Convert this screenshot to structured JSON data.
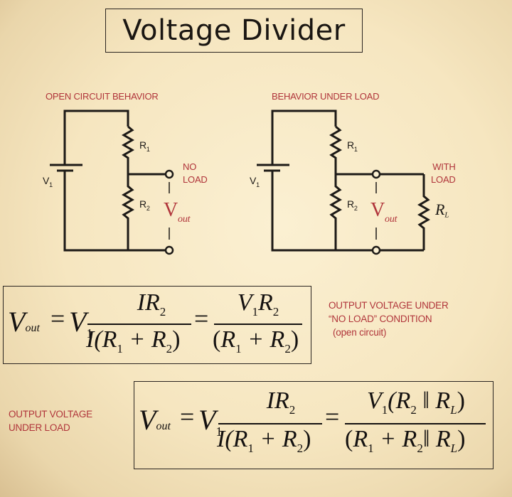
{
  "title": "Voltage Divider",
  "diagrams": [
    {
      "heading": "OPEN CIRCUIT BEHAVIOR",
      "source_label": "V",
      "source_sub": "1",
      "r1_label": "R",
      "r1_sub": "1",
      "r2_label": "R",
      "r2_sub": "2",
      "vout_label": "V",
      "vout_sub": "out",
      "load_line1": "NO",
      "load_line2": "LOAD"
    },
    {
      "heading": "BEHAVIOR UNDER LOAD",
      "source_label": "V",
      "source_sub": "1",
      "r1_label": "R",
      "r1_sub": "1",
      "r2_label": "R",
      "r2_sub": "2",
      "vout_label": "V",
      "vout_sub": "out",
      "rl_label": "R",
      "rl_sub": "L",
      "load_line1": "WITH",
      "load_line2": "LOAD"
    }
  ],
  "equations": {
    "no_load": {
      "lhs": "V",
      "lhs_sub": "out",
      "eq": "=",
      "v1": "V",
      "v1_sub": "1",
      "frac1_num": "IR",
      "frac1_num_sub": "2",
      "frac1_den": "I(R",
      "frac1_den_sub1": "1",
      "frac1_den_mid": " + R",
      "frac1_den_sub2": "2",
      "frac1_den_end": ")",
      "frac2_num": "V",
      "frac2_num_sub1": "1",
      "frac2_num_mid": "R",
      "frac2_num_sub2": "2",
      "frac2_den": "(R",
      "frac2_den_sub1": "1",
      "frac2_den_mid": " + R",
      "frac2_den_sub2": "2",
      "frac2_den_end": ")",
      "caption_line1": "OUTPUT  VOLTAGE UNDER",
      "caption_line2": "“NO LOAD” CONDITION",
      "caption_line3": "(open circuit)"
    },
    "under_load": {
      "lhs": "V",
      "lhs_sub": "out",
      "eq": "=",
      "v1": "V",
      "v1_sub": "1",
      "frac1_num": "IR",
      "frac1_num_sub": "2",
      "frac1_den": "I(R",
      "frac1_den_sub1": "1",
      "frac1_den_mid": " + R",
      "frac1_den_sub2": "2",
      "frac1_den_end": ")",
      "frac2_num": "V",
      "frac2_num_sub1": "1",
      "frac2_num_mid": "(R",
      "frac2_num_sub2": "2",
      "frac2_num_par": " ‖ R",
      "frac2_num_sub3": "L",
      "frac2_num_end": ")",
      "frac2_den": "(R",
      "frac2_den_sub1": "1",
      "frac2_den_mid": " + R",
      "frac2_den_sub2": "2",
      "frac2_den_par": "‖ R",
      "frac2_den_sub3": "L",
      "frac2_den_end": ")",
      "caption_line1": "OUTPUT  VOLTAGE",
      "caption_line2": "UNDER LOAD"
    }
  },
  "colors": {
    "accent_red": "#b0343a",
    "ink": "#1d1a17",
    "paper": "#f8ebc9"
  }
}
